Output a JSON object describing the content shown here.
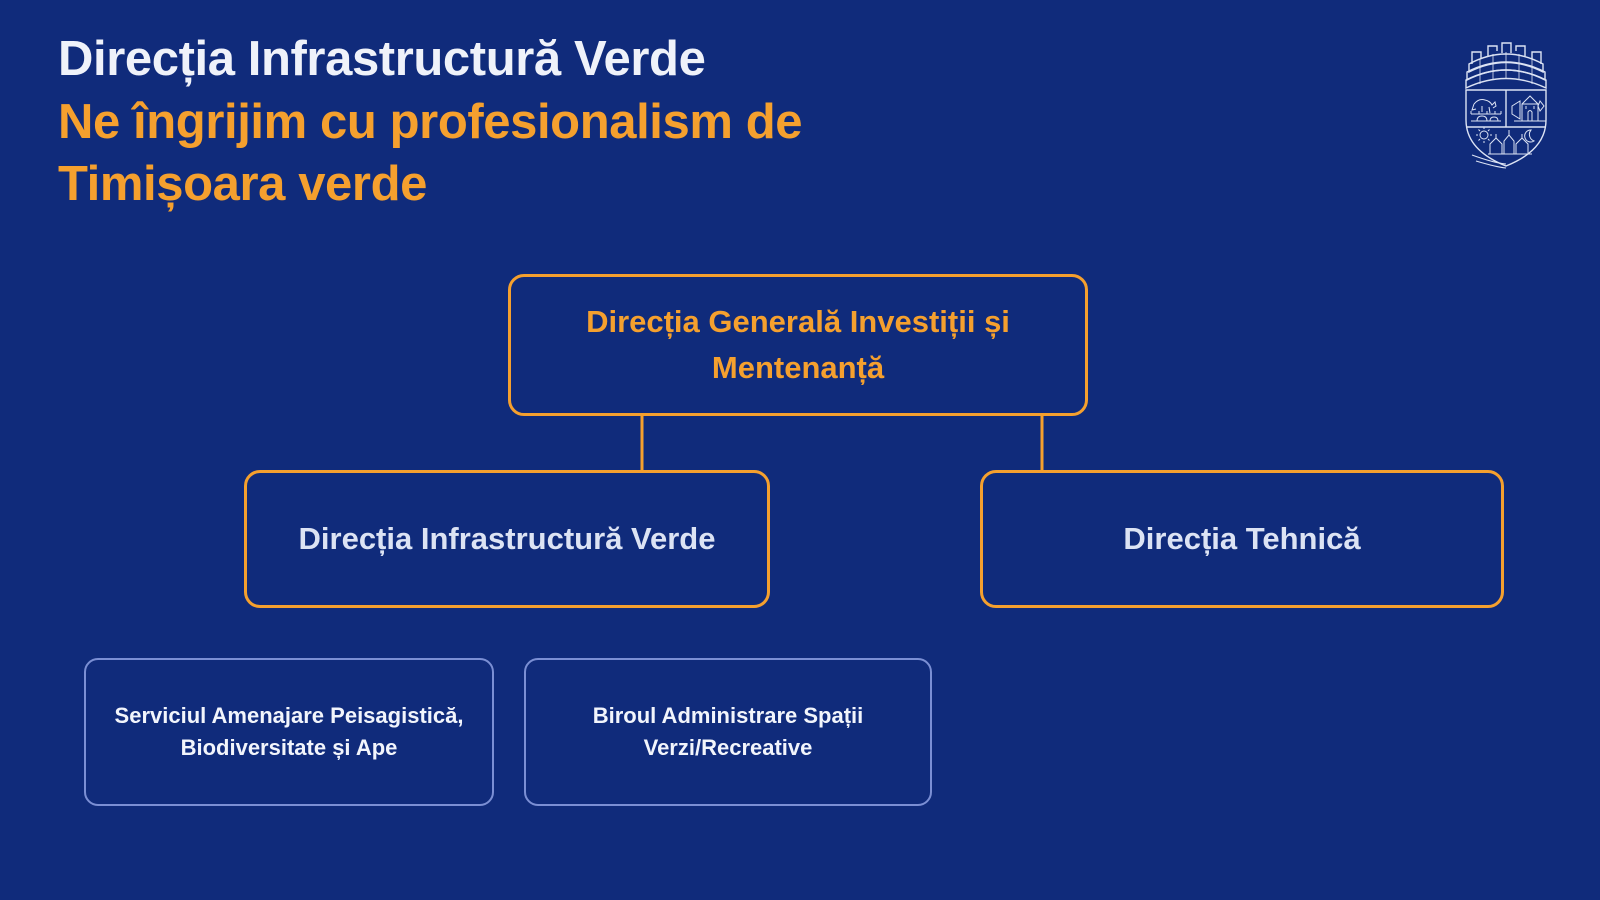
{
  "header": {
    "title": "Direcția Infrastructură Verde",
    "subtitle": "Ne îngrijim cu profesionalism de Timișoara verde"
  },
  "crest": {
    "name": "timisoara-coat-of-arms"
  },
  "org_chart": {
    "nodes": [
      {
        "id": "dgim",
        "label": "Direcția Generală Investiții și Mentenanță",
        "level": 1
      },
      {
        "id": "div",
        "label": "Direcția Infrastructură Verde",
        "level": 2
      },
      {
        "id": "dt",
        "label": "Direcția Tehnică",
        "level": 2
      },
      {
        "id": "sapba",
        "label": "Serviciul Amenajare Peisagistică, Biodiversitate și Ape",
        "level": 3
      },
      {
        "id": "basvr",
        "label": "Biroul Administrare Spații Verzi/Recreative",
        "level": 3
      }
    ]
  },
  "colors": {
    "background": "#102B7B",
    "accent_orange": "#F5A02E",
    "text_white": "#EFF2FA",
    "text_light_blue": "#DCE3F4",
    "border_periwinkle": "#7B8FD4"
  }
}
